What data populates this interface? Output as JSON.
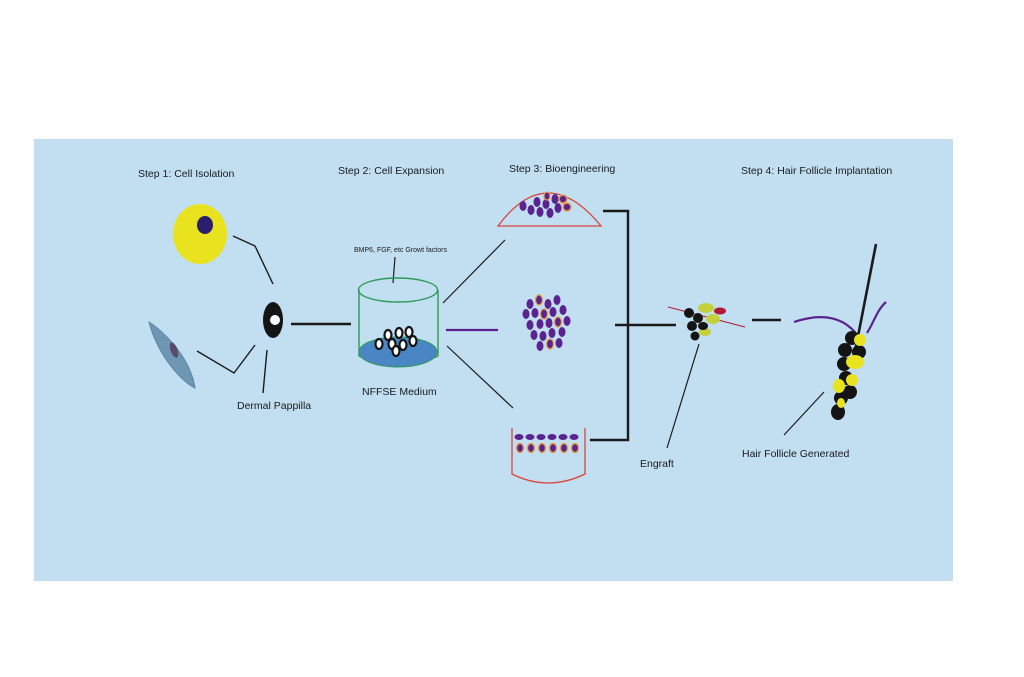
{
  "steps": [
    {
      "label": "Step 1:  Cell Isolation"
    },
    {
      "label": "Step 2: Cell Expansion"
    },
    {
      "label": "Step 3: Bioengineering"
    },
    {
      "label": "Step 4: Hair Follicle Implantation"
    }
  ],
  "labels": {
    "dermal_papilla": "Dermal Pappilla",
    "growth_factors": "BMP6, FGF, etc Growt factors",
    "medium": "NFFSE Medium",
    "engraft": "Engraft",
    "follicle_generated": "Hair Follicle Generated"
  },
  "colors": {
    "panel_background": "#c2dff2",
    "yellow_cell": "#e8e31e",
    "nucleus": "#2a1f6e",
    "spindle_cell": "#6f97b3",
    "spindle_nucleus": "#5a4a6e",
    "purple_cell": "#5b2390",
    "orange_outline": "#e6a04a",
    "container_red": "#d9443a",
    "flask_green": "#2e9a57",
    "medium_blue": "#4a86c4",
    "follicle_black": "#141414",
    "follicle_yellow": "#e8e31e",
    "hair_purple": "#5b2390",
    "graft_red": "#b21a34"
  }
}
